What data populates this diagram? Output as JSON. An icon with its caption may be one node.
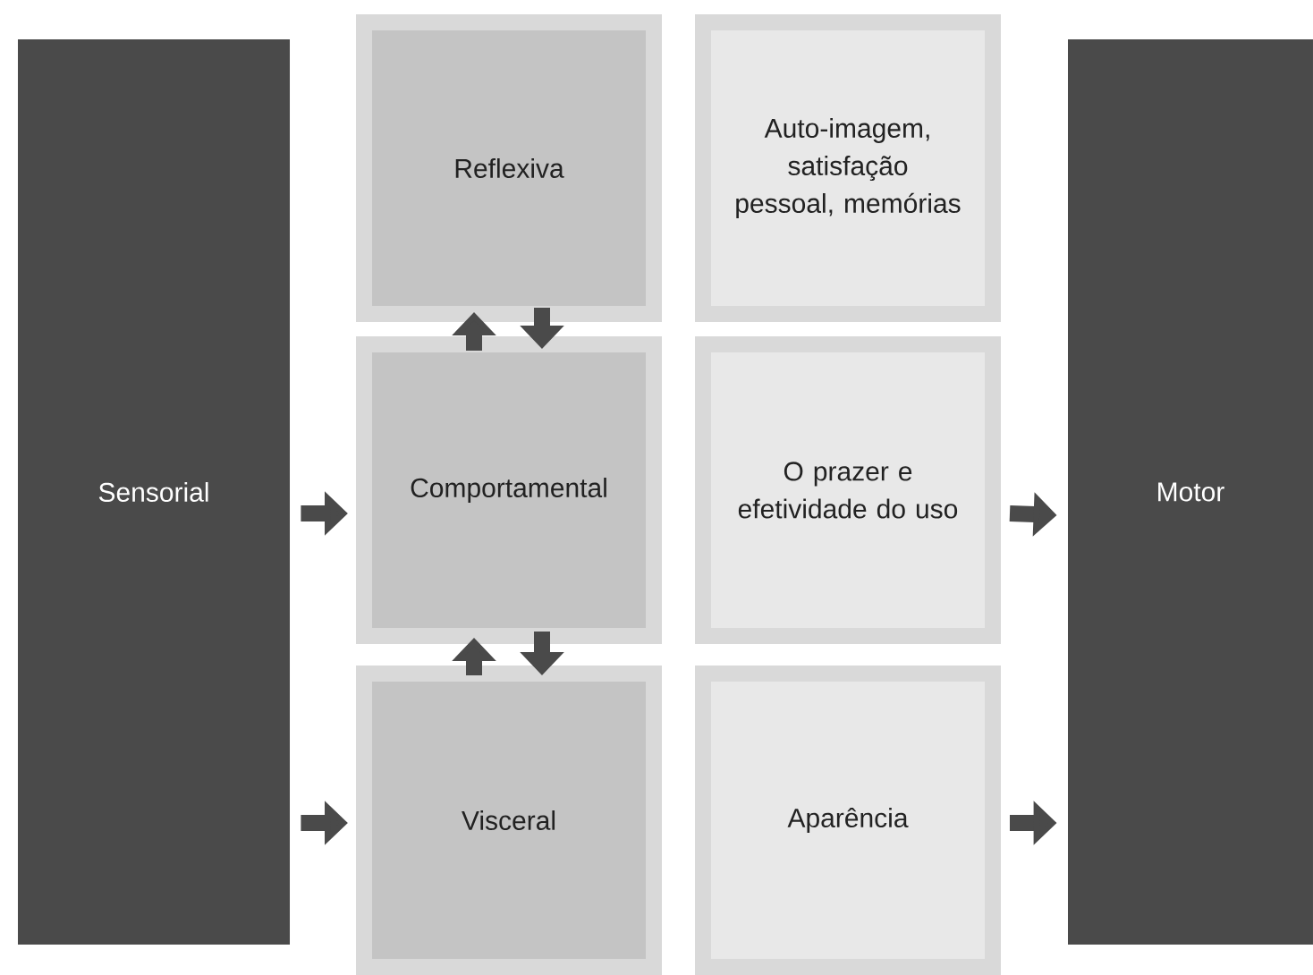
{
  "diagram": {
    "nodes": [
      {
        "text": [
          "Sensorial"
        ]
      },
      {
        "text": [
          "Reflexiva"
        ]
      },
      {
        "text": [
          "Auto-imagem, satisfação pessoal, memórias"
        ]
      },
      {
        "text": [
          "Comportamental"
        ]
      },
      {
        "text": [
          "O prazer e efetividade do uso"
        ]
      },
      {
        "text": [
          "Visceral"
        ]
      },
      {
        "text": [
          "Aparência"
        ]
      },
      {
        "text": [
          "Motor"
        ]
      }
    ],
    "edges": [
      {
        "from": 0,
        "to": 3,
        "arrow": "to"
      },
      {
        "from": 0,
        "to": 5,
        "arrow": "to"
      },
      {
        "from": 3,
        "to": 1,
        "arrow": "to"
      },
      {
        "from": 1,
        "to": 3,
        "arrow": "to"
      },
      {
        "from": 5,
        "to": 3,
        "arrow": "to"
      },
      {
        "from": 3,
        "to": 5,
        "arrow": "to"
      },
      {
        "from": 4,
        "to": 7,
        "arrow": "to"
      },
      {
        "from": 6,
        "to": 7,
        "arrow": "to"
      }
    ]
  }
}
